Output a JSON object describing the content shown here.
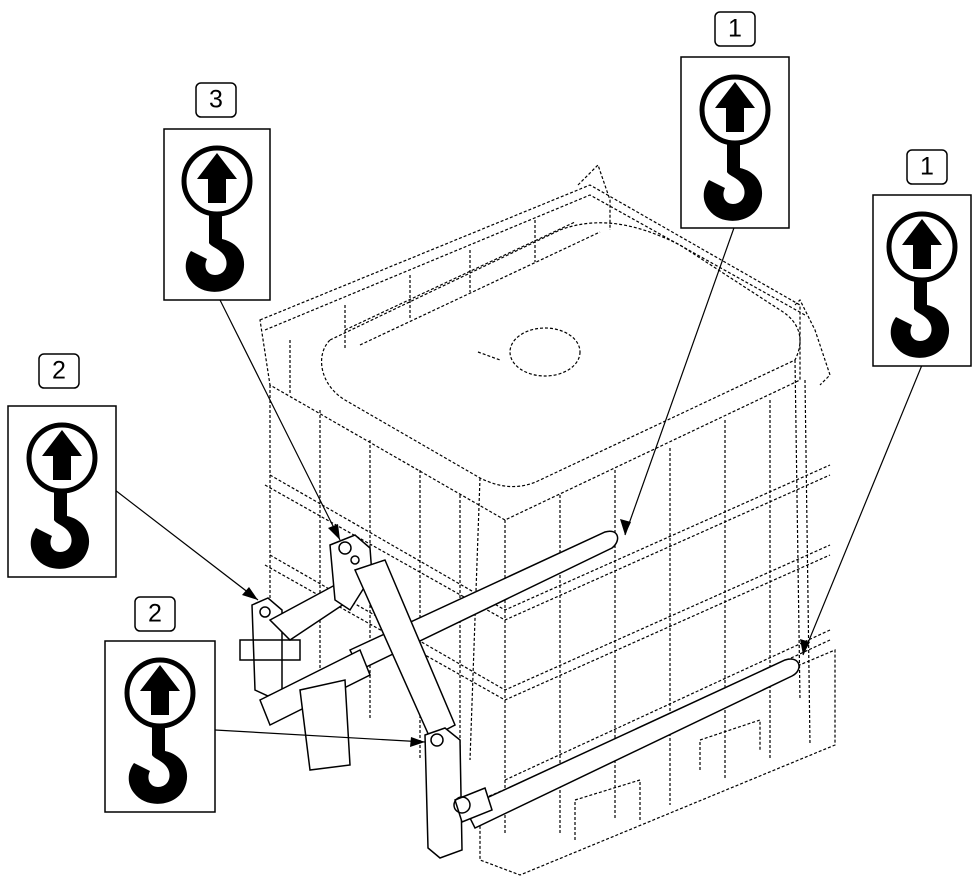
{
  "callouts": [
    {
      "id": "c1a",
      "number": "1",
      "icon": "lifting-hook-icon"
    },
    {
      "id": "c1b",
      "number": "1",
      "icon": "lifting-hook-icon"
    },
    {
      "id": "c2a",
      "number": "2",
      "icon": "lifting-hook-icon"
    },
    {
      "id": "c2b",
      "number": "2",
      "icon": "lifting-hook-icon"
    },
    {
      "id": "c3",
      "number": "3",
      "icon": "lifting-hook-icon"
    }
  ],
  "colors": {
    "line": "#000000",
    "background": "#ffffff"
  }
}
